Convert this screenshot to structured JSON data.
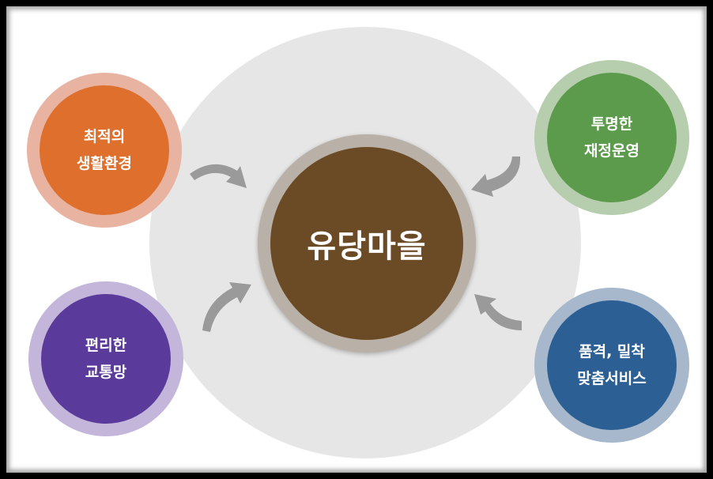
{
  "center": {
    "label": "유당마을",
    "color": "#6b4a26"
  },
  "nodes": {
    "top_left": {
      "line1": "최적의",
      "line2": "생활환경",
      "color": "#de6f2d"
    },
    "top_right": {
      "line1": "투명한",
      "line2": "재정운영",
      "color": "#5c9a4c"
    },
    "bottom_left": {
      "line1": "편리한",
      "line2": "교통망",
      "color": "#5a3a9a"
    },
    "bottom_right": {
      "line1": "품격, 밀착",
      "line2": "맞춤서비스",
      "color": "#2c6095"
    }
  },
  "arrow_color": "#9a9a9a",
  "background_disc_color": "#e6e6e6"
}
